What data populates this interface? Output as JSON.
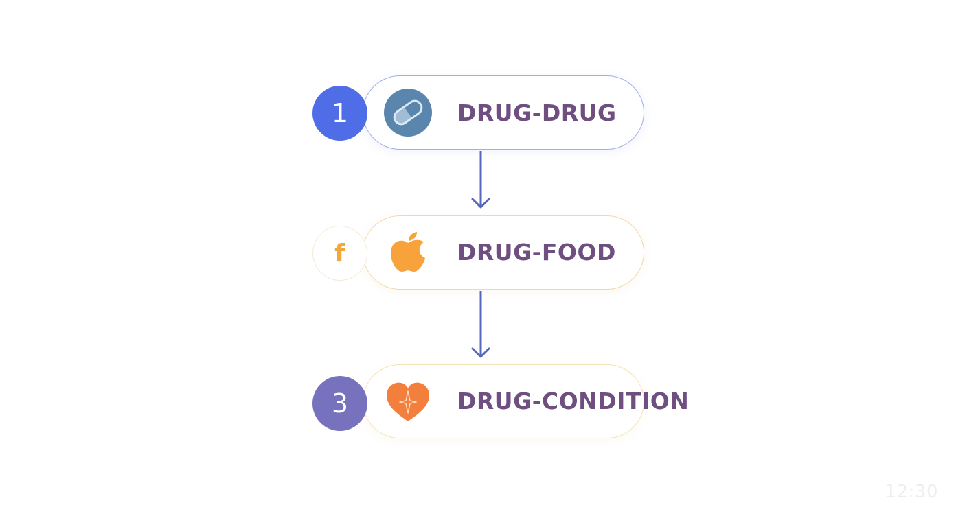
{
  "steps": [
    {
      "badge": "1",
      "label": "DRUG-DRUG",
      "icon": "pill-icon",
      "badge_color": "#4f6de6",
      "icon_color": "#5a86ad",
      "border_color": "#9db0ea"
    },
    {
      "badge": "f",
      "label": "DRUG-FOOD",
      "icon": "apple-icon",
      "badge_color": "#f2a73a",
      "icon_color": "#f8a23c",
      "border_color": "#f6d7a5"
    },
    {
      "badge": "3",
      "label": "DRUG-CONDITION",
      "icon": "heart-icon",
      "badge_color": "#7672bd",
      "icon_color": "#f27f3b",
      "border_color": "#f4e2b8"
    }
  ],
  "arrow_color": "#5566bf",
  "label_color": "#6e4f80",
  "clock": "12:30"
}
